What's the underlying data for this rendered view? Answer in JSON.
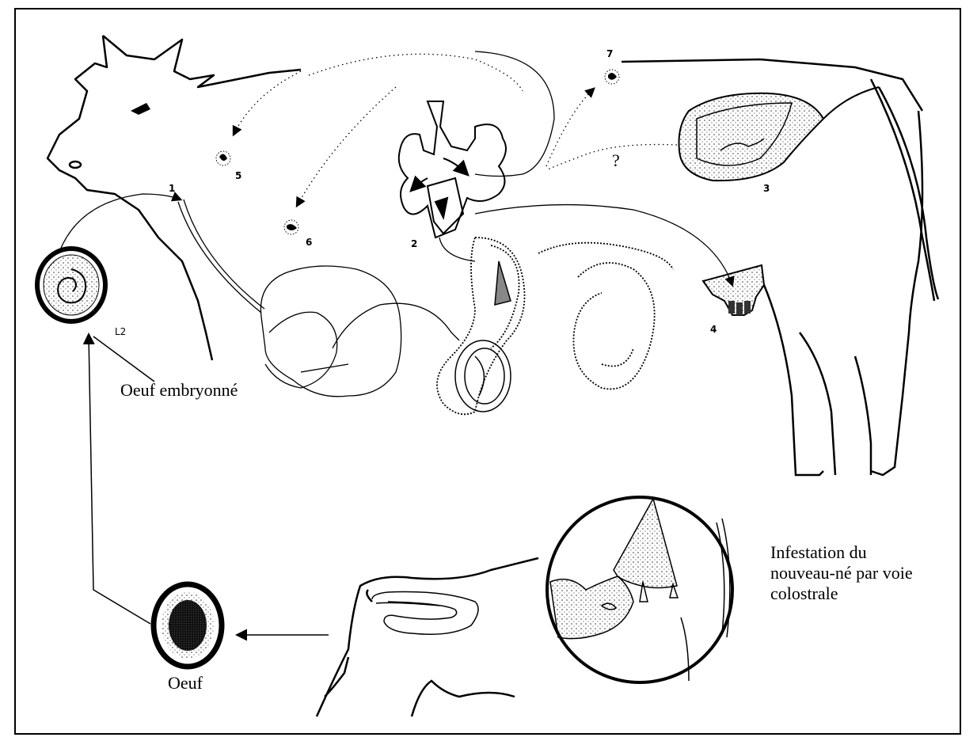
{
  "labels": {
    "embryonated_egg": "Oeuf embryonné",
    "egg": "Oeuf",
    "stage_l2": "L2",
    "infestation_lines": [
      "Infestation du",
      "nouveau-né par voie",
      "colostrale"
    ],
    "question_mark": "?"
  },
  "numbers": {
    "n1": "1",
    "n2": "2",
    "n3": "3",
    "n4": "4",
    "n5": "5",
    "n6": "6",
    "n7": "7"
  }
}
